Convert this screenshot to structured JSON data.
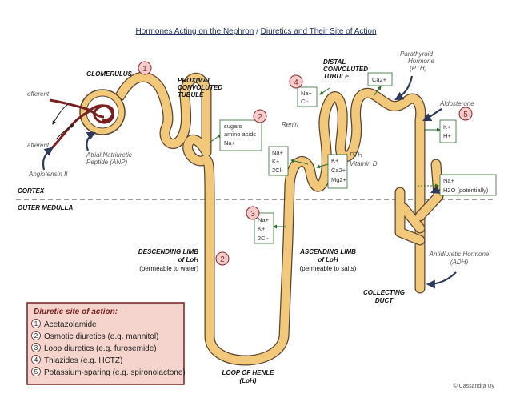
{
  "title": {
    "part1": "Hormones Acting on the Nephron",
    "separator": " / ",
    "part2": "Diuretics and Their Site of Action"
  },
  "labels": {
    "glomerulus": "GLOMERULUS",
    "efferent": "efferent",
    "afferent": "afferent",
    "angiotensin": "Angiotensin II",
    "anp_1": "Atrial Natriuretic",
    "anp_2": "Peptide (ANP)",
    "pct_1": "PROXIMAL",
    "pct_2": "CONVOLUTED",
    "pct_3": "TUBULE",
    "dct_1": "DISTAL",
    "dct_2": "CONVOLUTED",
    "dct_3": "TUBULE",
    "pth_1": "Parathyroid",
    "pth_2": "Hormone",
    "pth_3": "(PTH)",
    "aldosterone": "Aldosterone",
    "renin": "Renin",
    "pth_bullet": "• PTH",
    "vitd_bullet": "• Vitamin D",
    "cortex": "CORTEX",
    "outer_medulla": "OUTER MEDULLA",
    "desc_1": "DESCENDING LIMB",
    "desc_2": "of LoH",
    "desc_3": "(permeable to water)",
    "asc_1": "ASCENDING LIMB",
    "asc_2": "of LoH",
    "asc_3": "(permeable to salts)",
    "loop_1": "LOOP OF HENLE",
    "loop_2": "(LoH)",
    "cd_1": "COLLECTING",
    "cd_2": "DUCT",
    "adh_1": "Antidiuretic Hormone",
    "adh_2": "(ADH)",
    "credit": "© Cassandra Uy"
  },
  "boxes": {
    "pct": [
      "sugars",
      "amino acids",
      "Na+"
    ],
    "dct_top": [
      "Na+",
      "Cl-"
    ],
    "pth_box": [
      "Ca2+"
    ],
    "asc_upper": [
      "Na+",
      "K+",
      "2Cl-"
    ],
    "dct_mid": [
      "K+",
      "Ca2+",
      "Mg2+"
    ],
    "cd_k": [
      "K+",
      "H+"
    ],
    "cd_water": [
      "Na+",
      "H2O (potentially)"
    ],
    "asc_lower": [
      "Na+",
      "K+",
      "2Cl-"
    ]
  },
  "site_numbers": [
    "1",
    "2",
    "3",
    "4",
    "5"
  ],
  "legend": {
    "title": "Diuretic site of action:",
    "items": [
      {
        "num": "1",
        "text": "Acetazolamide"
      },
      {
        "num": "2",
        "text": "Osmotic diuretics (e.g. mannitol)"
      },
      {
        "num": "3",
        "text": "Loop diuretics (e.g. furosemide)"
      },
      {
        "num": "4",
        "text": "Thiazides (e.g. HCTZ)"
      },
      {
        "num": "5",
        "text": "Potassium-sparing (e.g. spironolactone)"
      }
    ]
  },
  "colors": {
    "tubule": "#f2c97a",
    "tubule_outline": "#5b4530",
    "vessel": "#7a1f1f",
    "number_fill": "#f4cccc",
    "number_stroke": "#8b2a2a",
    "arrow_navy": "#2e3a5c",
    "arrow_green": "#2a6b2a",
    "legend_bg": "#f4d4cc",
    "legend_border": "#7a1f1f",
    "title_color": "#1f2f5c"
  }
}
